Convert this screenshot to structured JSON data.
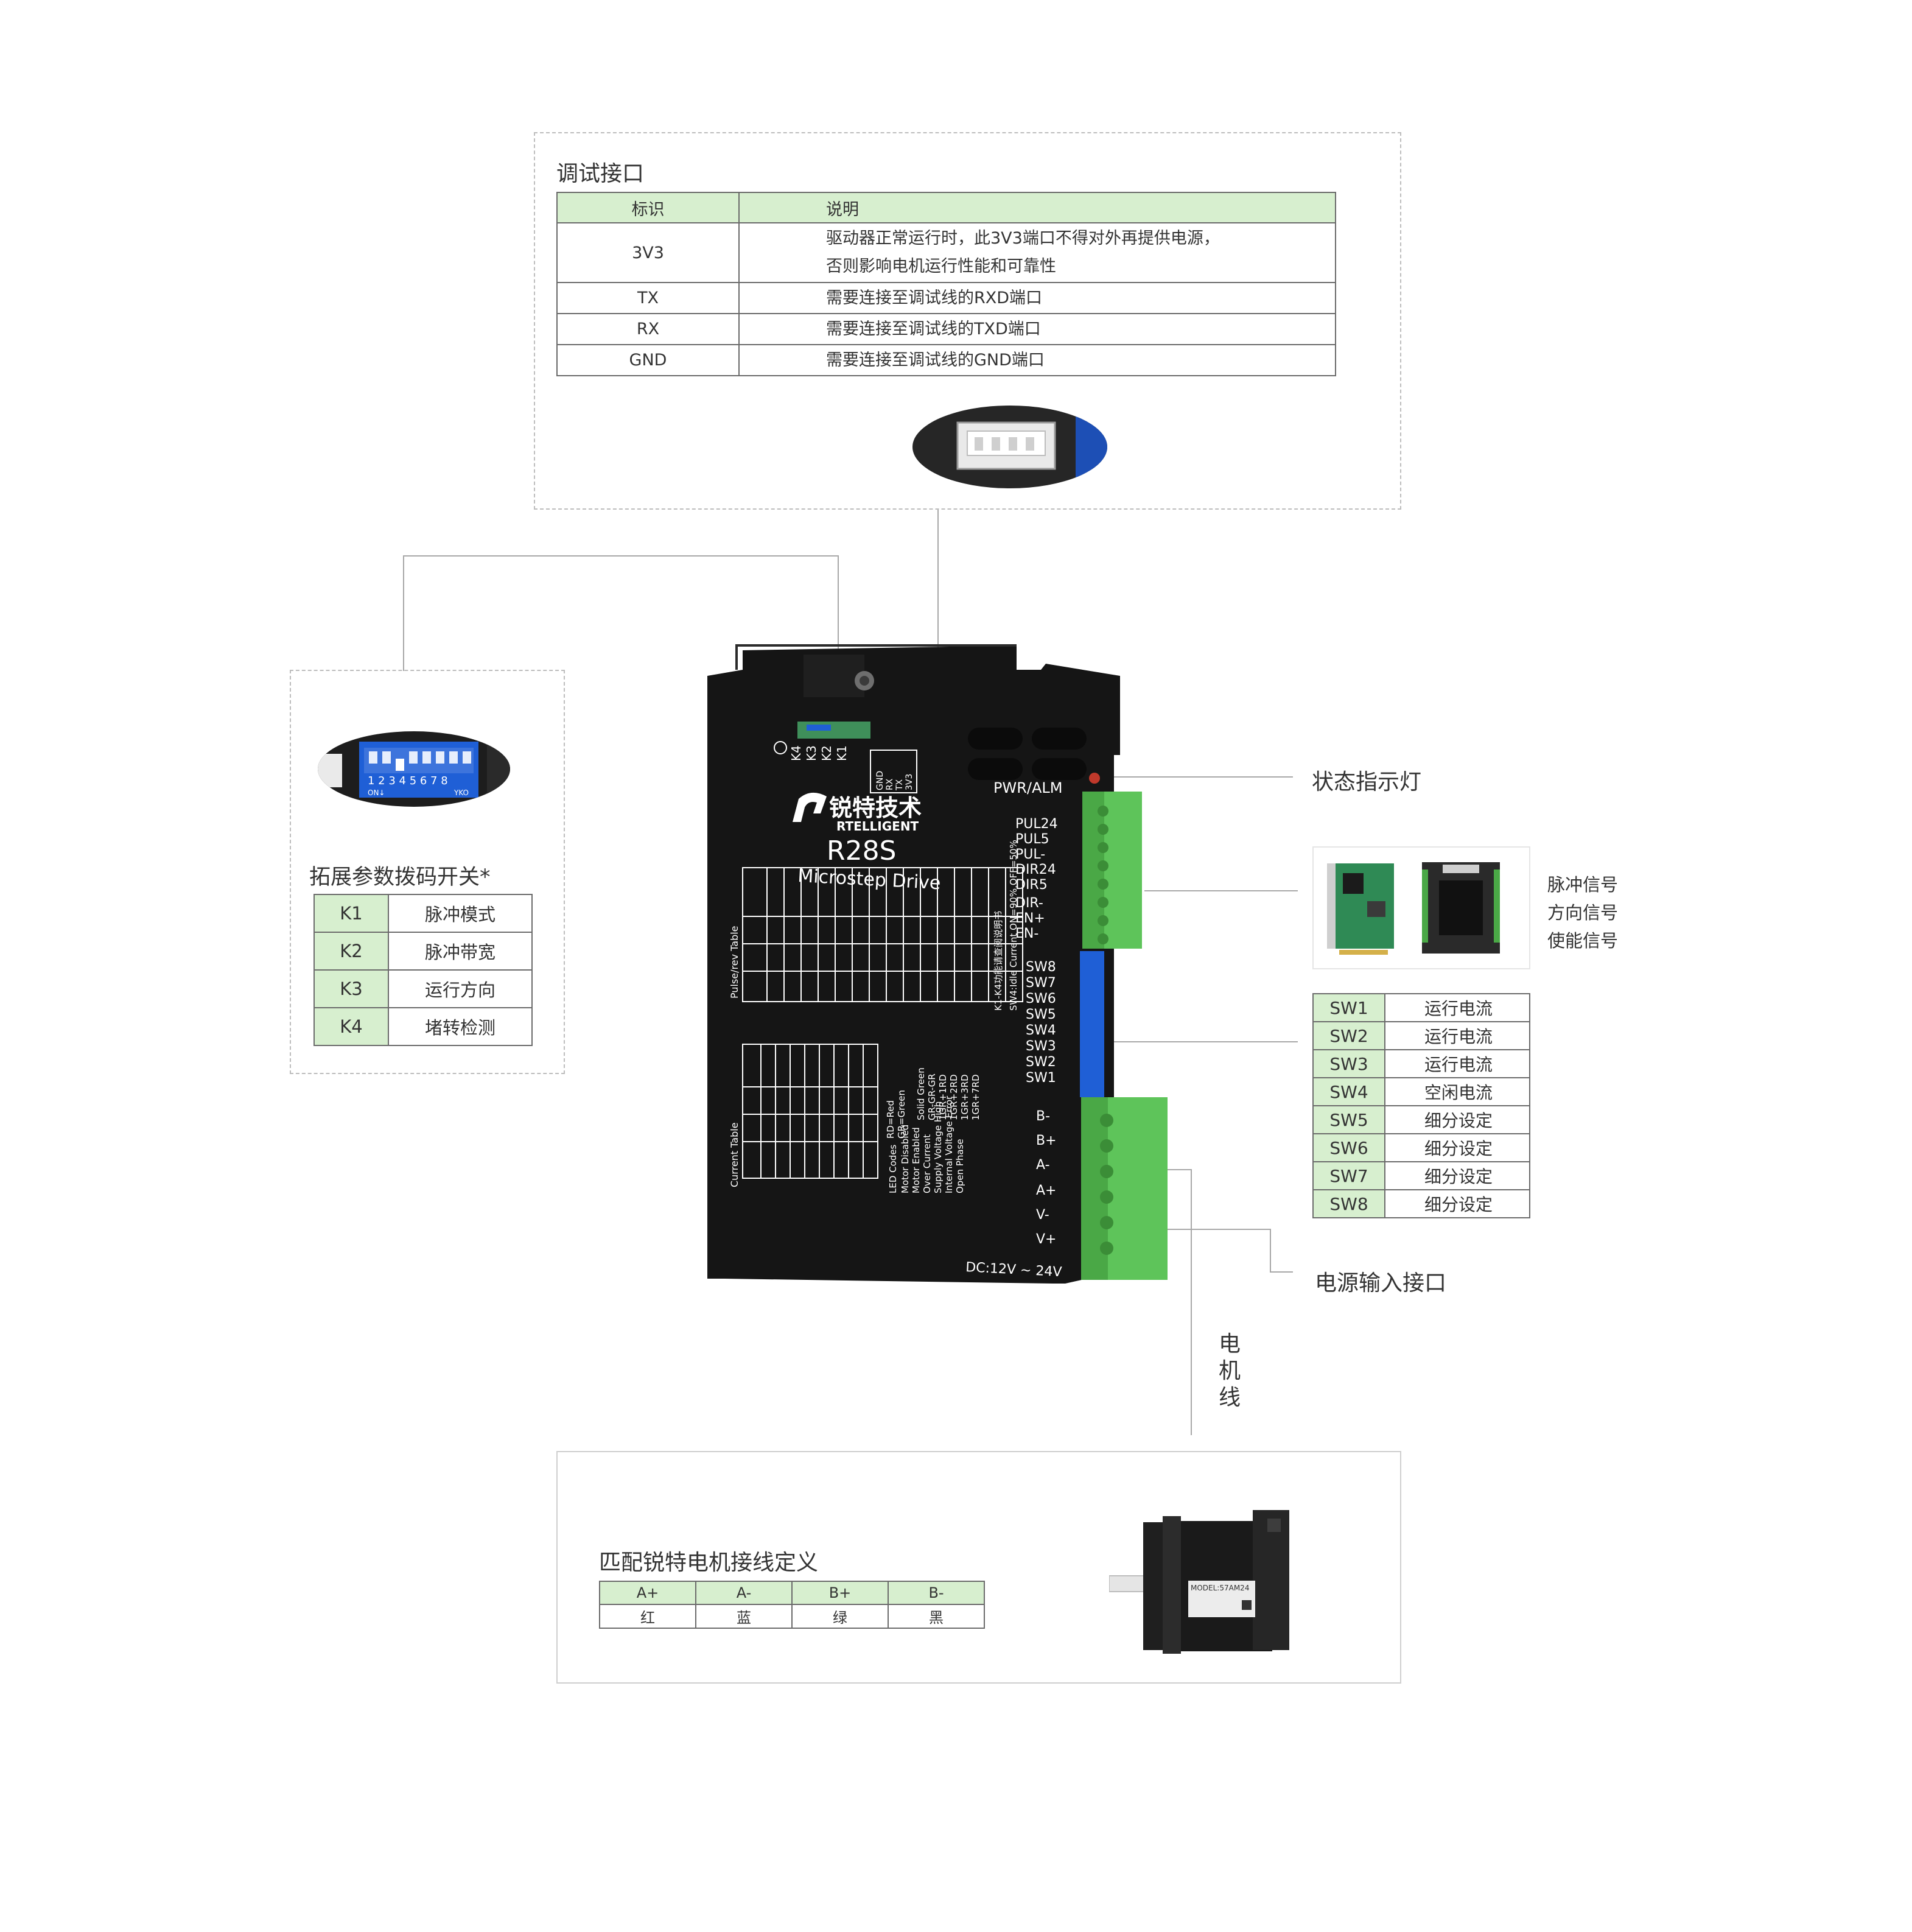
{
  "debug_port": {
    "title": "调试接口",
    "headers": [
      "标识",
      "说明"
    ],
    "rows": [
      {
        "id": "3V3",
        "desc_line1": "驱动器正常运行时，此3V3端口不得对外再提供电源，",
        "desc_line2": "否则影响电机运行性能和可靠性"
      },
      {
        "id": "TX",
        "desc_line1": "需要连接至调试线的RXD端口"
      },
      {
        "id": "RX",
        "desc_line1": "需要连接至调试线的TXD端口"
      },
      {
        "id": "GND",
        "desc_line1": "需要连接至调试线的GND端口"
      }
    ]
  },
  "ext_dip": {
    "title": "拓展参数拨码开关*",
    "rows": [
      {
        "key": "K1",
        "value": "脉冲模式"
      },
      {
        "key": "K2",
        "value": "脉冲带宽"
      },
      {
        "key": "K3",
        "value": "运行方向"
      },
      {
        "key": "K4",
        "value": "堵转检测"
      }
    ],
    "dip_numbers": "1 2 3 4 5 6 7 8",
    "dip_on": "ON↓",
    "dip_code": "YKO"
  },
  "callouts": {
    "status_led": "状态指示灯",
    "power_input": "电源输入接口",
    "motor_wire_chars": [
      "电",
      "机",
      "线"
    ]
  },
  "signals": [
    "脉冲信号",
    "方向信号",
    "使能信号"
  ],
  "sw_table": [
    {
      "key": "SW1",
      "value": "运行电流"
    },
    {
      "key": "SW2",
      "value": "运行电流"
    },
    {
      "key": "SW3",
      "value": "运行电流"
    },
    {
      "key": "SW4",
      "value": "空闲电流"
    },
    {
      "key": "SW5",
      "value": "细分设定"
    },
    {
      "key": "SW6",
      "value": "细分设定"
    },
    {
      "key": "SW7",
      "value": "细分设定"
    },
    {
      "key": "SW8",
      "value": "细分设定"
    }
  ],
  "motor_wiring": {
    "title": "匹配锐特电机接线定义",
    "headers": [
      "A+",
      "A-",
      "B+",
      "B-"
    ],
    "colors": [
      "红",
      "蓝",
      "绿",
      "黑"
    ],
    "motor_model": "MODEL:57AM24"
  },
  "driver": {
    "brand_cn": "锐特技术",
    "brand_en": "RTELLIGENT",
    "model": "R28S",
    "subtitle": "Microstep Drive",
    "pwr_alm": "PWR/ALM",
    "k_labels": [
      "K4",
      "K3",
      "K2",
      "K1"
    ],
    "debug_pins": [
      "GND",
      "RX",
      "TX",
      "3V3"
    ],
    "signal_terminals": [
      "PUL24",
      "PUL5",
      "PUL-",
      "DIR24",
      "DIR5",
      "DIR-",
      "EN+",
      "EN-"
    ],
    "sw_labels": [
      "SW8",
      "SW7",
      "SW6",
      "SW5",
      "SW4",
      "SW3",
      "SW2",
      "SW1"
    ],
    "power_terminals": [
      "B-",
      "B+",
      "A-",
      "A+",
      "V-",
      "V+"
    ],
    "supply": "DC:12V ~ 24V",
    "pulse_table_title": "Pulse/rev Table",
    "current_table_title": "Current Table",
    "led_codes_title": "LED Codes",
    "led_legend": [
      "RD=Red",
      "GR=Green"
    ],
    "led_codes": [
      "Motor Disabled",
      "Motor Enabled",
      "Over Current",
      "Supply Voltage High",
      "Internal Voltage Error",
      "Open Phase"
    ],
    "led_patterns": [
      "Solid Green",
      "GR-GR-GR",
      "1GR+1RD",
      "1GR+2RD",
      "1GR+3RD",
      "1GR+7RD"
    ],
    "idle_note": "SW4:Idle Current ON=90%,OFF=50%",
    "k_note": "K1-K4功能请查阅说明书"
  },
  "colors": {
    "header_green": "#d7efcf",
    "terminal_green": "#5ec45a",
    "dip_blue": "#1f5fd6",
    "driver_black": "#151515"
  }
}
